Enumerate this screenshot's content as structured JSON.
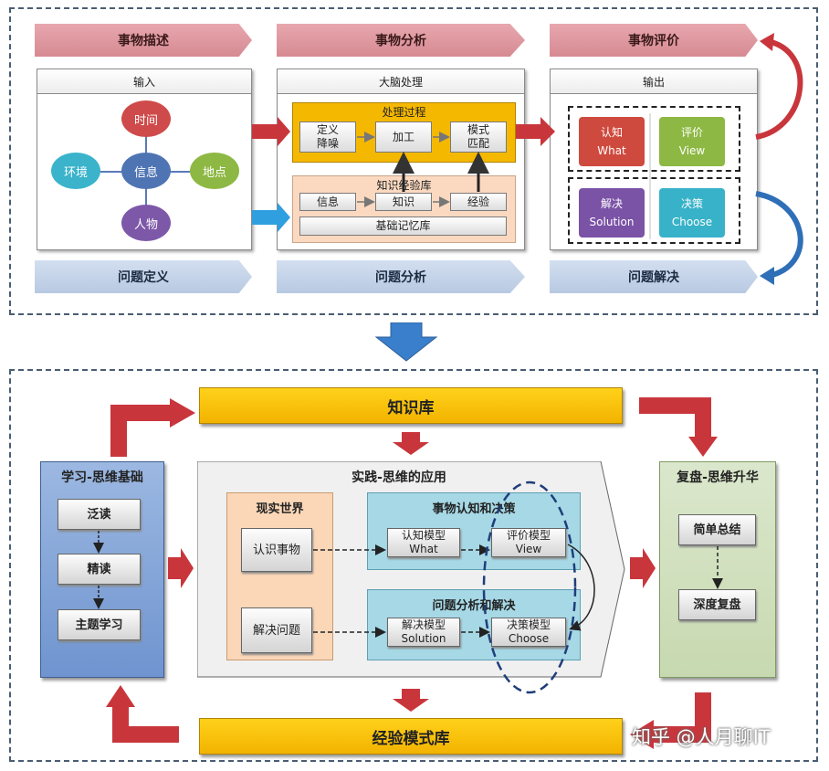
{
  "top": {
    "headers_top": [
      "事物描述",
      "事物分析",
      "事物评价"
    ],
    "headers_bottom": [
      "问题定义",
      "问题分析",
      "问题解决"
    ],
    "input_panel": {
      "title": "输入",
      "center": "信息",
      "nodes": [
        "时间",
        "地点",
        "人物",
        "环境"
      ]
    },
    "brain_panel": {
      "title": "大脑处理",
      "process": {
        "title": "处理过程",
        "steps": [
          "定义\n降噪",
          "加工",
          "模式\n匹配"
        ]
      },
      "knowledge": {
        "title": "知识经验库",
        "items": [
          "信息",
          "知识",
          "经验"
        ],
        "base": "基础记忆库"
      }
    },
    "output_panel": {
      "title": "输出",
      "quads": [
        {
          "cn": "认知",
          "en": "What"
        },
        {
          "cn": "评价",
          "en": "View"
        },
        {
          "cn": "解决",
          "en": "Solution"
        },
        {
          "cn": "决策",
          "en": "Choose"
        }
      ]
    }
  },
  "bottom": {
    "knowledge_bar": "知识库",
    "experience_bar": "经验模式库",
    "learning": {
      "title": "学习-思维基础",
      "items": [
        "泛读",
        "精读",
        "主题学习"
      ]
    },
    "practice": {
      "title": "实践-思维的应用",
      "real_world": {
        "title": "现实世界",
        "items": [
          "认识事物",
          "解决问题"
        ]
      },
      "cognition": {
        "title": "事物认知和决策",
        "model_a": "认知模型\nWhat",
        "model_b": "评价模型\nView"
      },
      "analysis": {
        "title": "问题分析和解决",
        "model_a": "解决模型\nSolution",
        "model_b": "决策模型\nChoose"
      }
    },
    "review": {
      "title": "复盘-思维升华",
      "items": [
        "简单总结",
        "深度复盘"
      ]
    }
  },
  "watermark": "知乎 @人月聊IT",
  "colors": {
    "time": "#cf4a4a",
    "place": "#8db843",
    "person": "#7d58a8",
    "env": "#3ab3cb",
    "info": "#4f74b4",
    "what": "#cf4a3e",
    "view": "#8db843",
    "solution": "#7a52a6",
    "choose": "#38b2c8",
    "arrow_red": "#c8363c",
    "arrow_blue": "#2f7bc4"
  }
}
